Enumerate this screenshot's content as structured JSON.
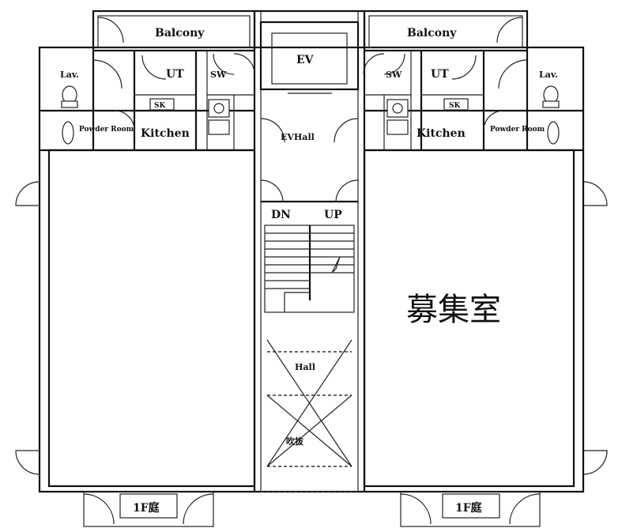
{
  "labels": {
    "balcony_left": "Balcony",
    "balcony_right": "Balcony",
    "ev": "EV",
    "ev_hall": "EVHall",
    "lav_left": "Lav.",
    "lav_right": "Lav.",
    "ut_left": "UT",
    "ut_right": "UT",
    "sw_left": "SW",
    "sw_right": "SW",
    "sk_left": "SK",
    "sk_right": "SK",
    "kitchen_left": "Kitchen",
    "kitchen_right": "Kitchen",
    "powder_left": "Powder Room",
    "powder_right": "Powder Room",
    "dn": "DN",
    "up": "UP",
    "hall": "Hall",
    "void": "吹抜",
    "garden_left": "1F庭",
    "garden_right": "1F庭",
    "recruiting": "募集室"
  }
}
